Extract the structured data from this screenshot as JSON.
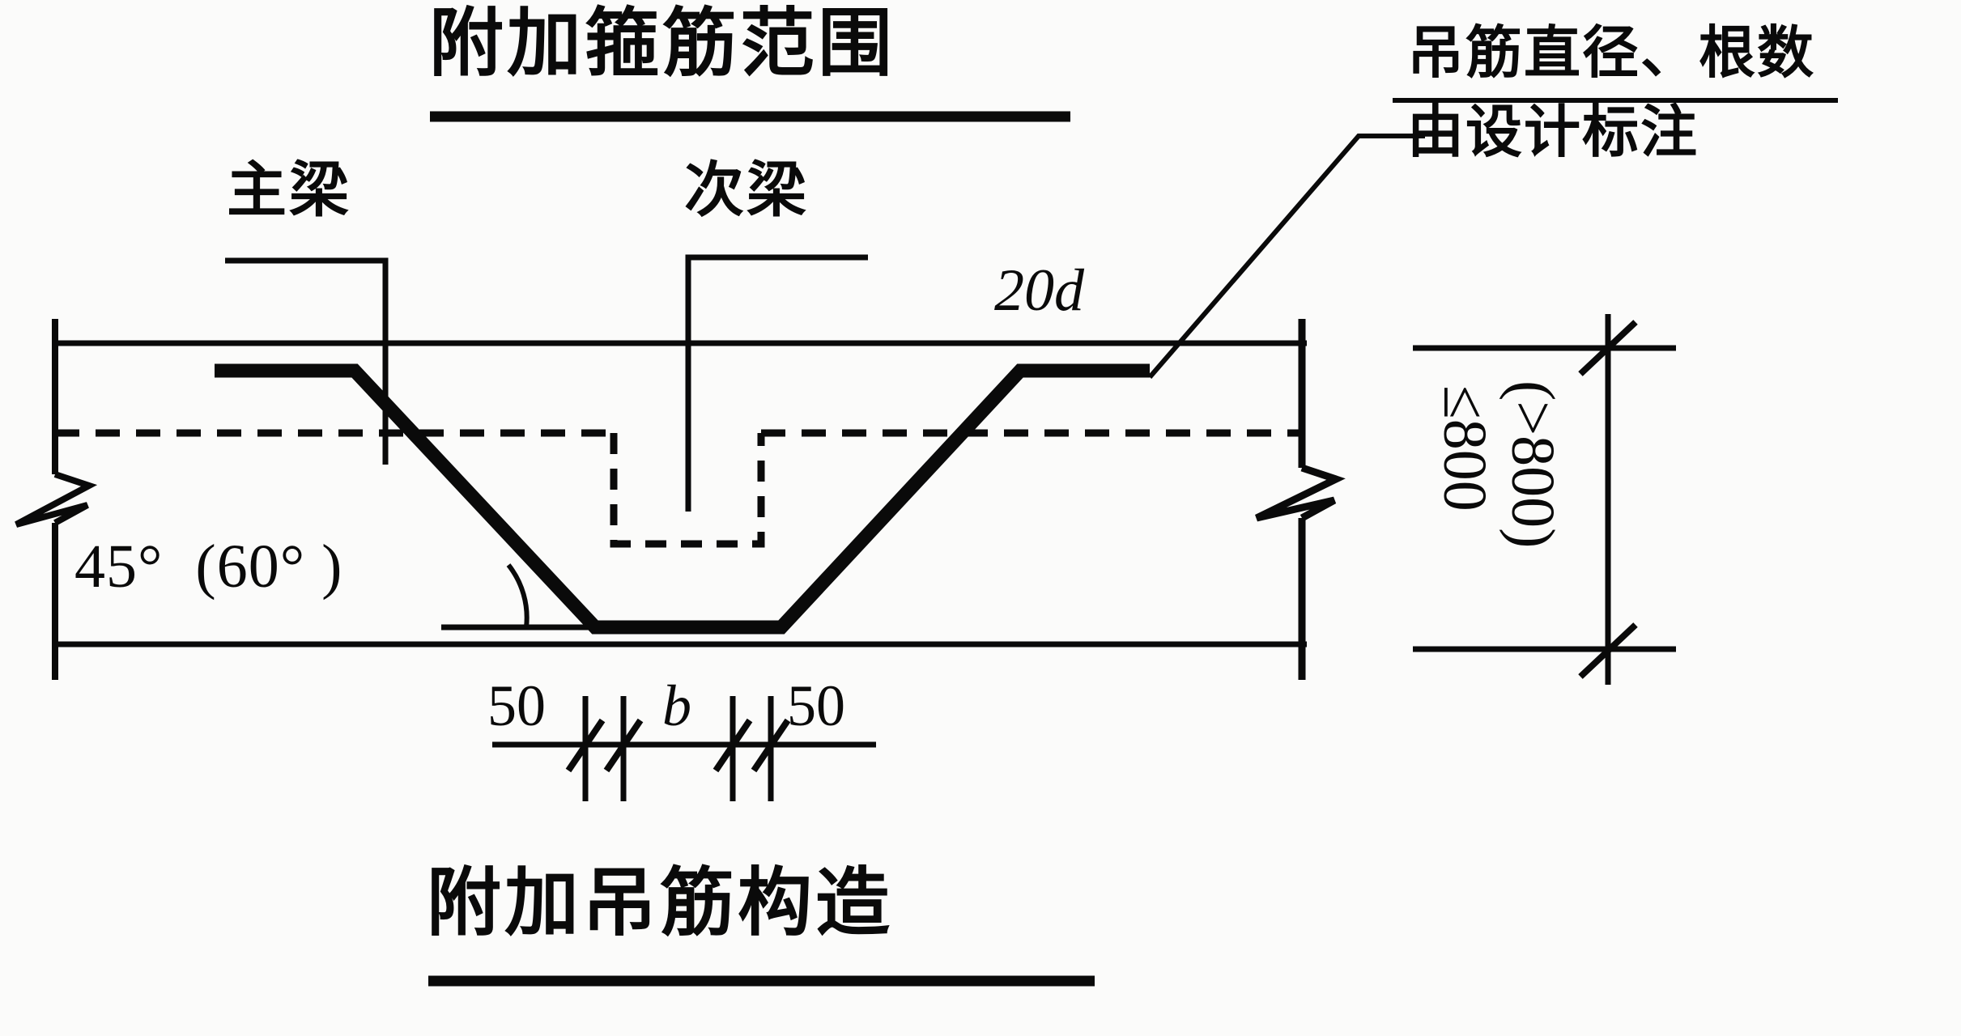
{
  "diagram": {
    "title_top": "附加箍筋范围",
    "title_bottom": "附加吊筋构造",
    "labels": {
      "main_beam": "主梁",
      "secondary_beam": "次梁",
      "bend_length": "20d",
      "angle": "45°  (60° )",
      "dim_left_50": "50",
      "dim_width_b": "b",
      "dim_right_50": "50",
      "height_le800": "≤800",
      "height_gt800": "(>800)"
    },
    "note": {
      "line1": "吊筋直径、根数",
      "line2": "由设计标注"
    },
    "colors": {
      "ink": "#0a0a0a",
      "paper": "#fbfbfa"
    }
  },
  "chart_data": {
    "type": "diagram",
    "title": "附加吊筋构造",
    "subtitle": "附加箍筋范围",
    "annotations": [
      {
        "text": "主梁",
        "role": "member-label",
        "target": "primary-beam"
      },
      {
        "text": "次梁",
        "role": "member-label",
        "target": "secondary-beam"
      },
      {
        "text": "20d",
        "role": "dimension",
        "meaning": "anchorage length of bent-up bar"
      },
      {
        "text": "45°  (60° )",
        "role": "angle",
        "meaning": "bend angle; 60° used when beam height > 800"
      },
      {
        "text": "50",
        "role": "dimension",
        "units": "mm"
      },
      {
        "text": "b",
        "role": "dimension",
        "meaning": "secondary beam width"
      },
      {
        "text": "50",
        "role": "dimension",
        "units": "mm"
      },
      {
        "text": "≤800",
        "role": "dimension",
        "meaning": "primary beam height <= 800 mm"
      },
      {
        "text": "(>800)",
        "role": "dimension",
        "meaning": "alternate case, beam height > 800 mm"
      },
      {
        "text": "吊筋直径、根数",
        "role": "note"
      },
      {
        "text": "由设计标注",
        "role": "note"
      }
    ]
  }
}
